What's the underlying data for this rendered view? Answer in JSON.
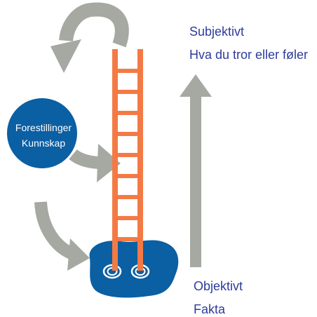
{
  "circle": {
    "line1": "Forestillinger",
    "line2": "Kunnskap"
  },
  "subjective": {
    "title": "Subjektivt",
    "description": "Hva du tror eller føler"
  },
  "objective": {
    "title": "Objektivt",
    "description": "Fakta"
  },
  "colors": {
    "primary_blue": "#0b5fa3",
    "text_blue": "#2c3c9c",
    "ladder_orange": "#f47a45",
    "arrow_gray": "#a6a9a1",
    "white": "#ffffff"
  }
}
